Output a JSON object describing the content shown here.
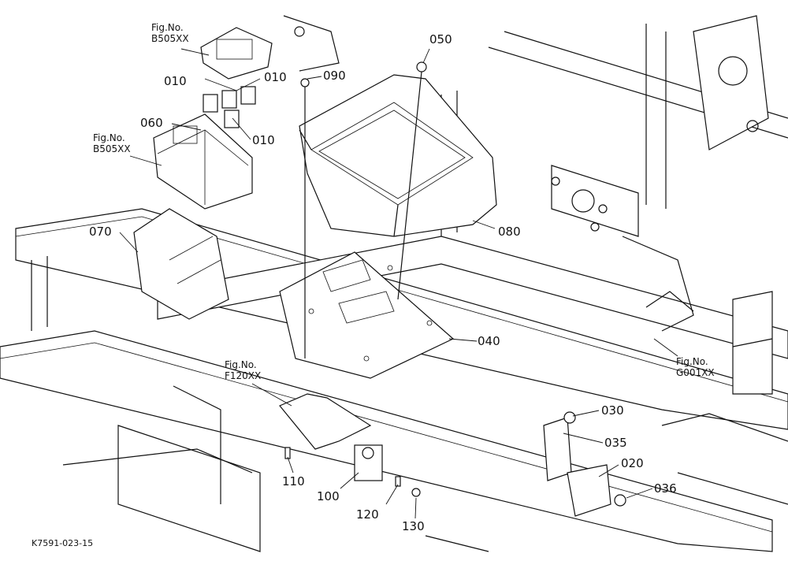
{
  "figure_refs": {
    "b505_top": {
      "label": "Fig.No.",
      "code": "B505XX"
    },
    "b505_mid": {
      "label": "Fig.No.",
      "code": "B505XX"
    },
    "f120": {
      "label": "Fig.No.",
      "code": "F120XX"
    },
    "g001": {
      "label": "Fig.No.",
      "code": "G001XX"
    }
  },
  "parts": {
    "p010a": "010",
    "p010b": "010",
    "p010c": "010",
    "p020": "020",
    "p030": "030",
    "p035": "035",
    "p036": "036",
    "p040": "040",
    "p050": "050",
    "p060": "060",
    "p070": "070",
    "p080": "080",
    "p090": "090",
    "p100": "100",
    "p110": "110",
    "p120": "120",
    "p130": "130"
  },
  "drawing_ref": "K7591-023-15"
}
